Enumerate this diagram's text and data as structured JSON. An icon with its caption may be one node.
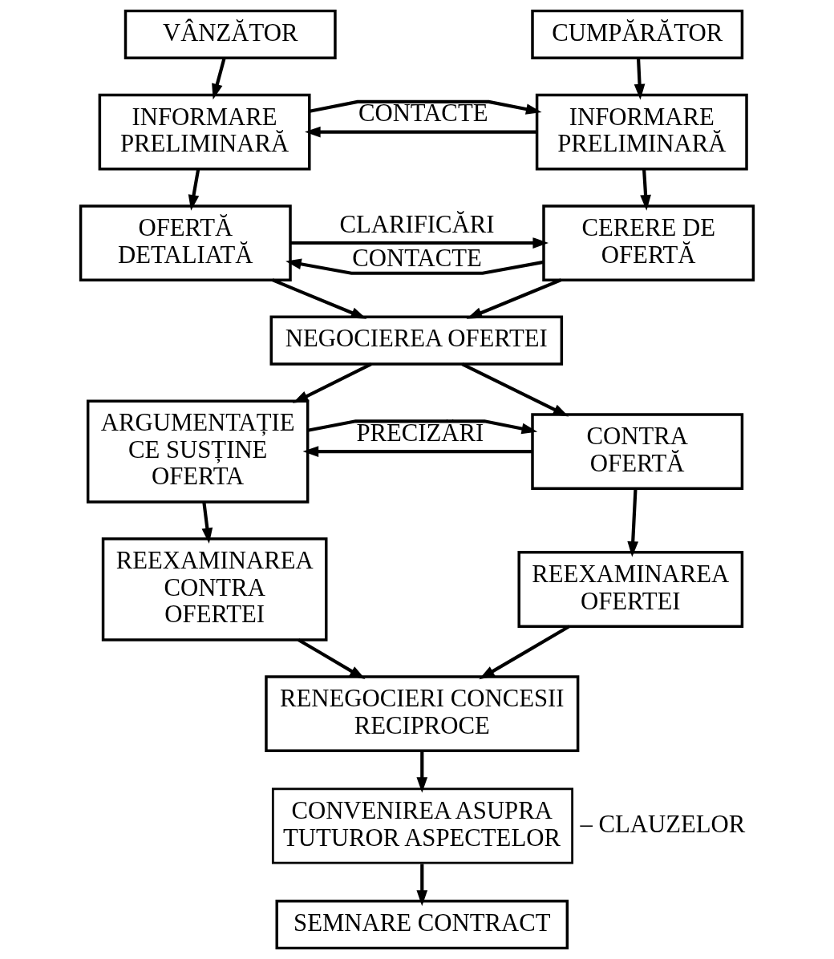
{
  "diagram": {
    "nodes": [
      {
        "text": [
          "VÂNZĂTOR"
        ]
      },
      {
        "text": [
          "CUMPĂRĂTOR"
        ]
      },
      {
        "text": [
          "INFORMARE PRELIMINARĂ"
        ]
      },
      {
        "text": [
          "INFORMARE PRELIMINARĂ"
        ]
      },
      {
        "text": [
          "OFERTĂ DETALIATĂ"
        ]
      },
      {
        "text": [
          "CERERE DE OFERTĂ"
        ]
      },
      {
        "text": [
          "NEGOCIEREA OFERTEI"
        ]
      },
      {
        "text": [
          "ARGUMENTAȚIE CE SUSȚINE OFERTA"
        ]
      },
      {
        "text": [
          "CONTRA OFERTĂ"
        ]
      },
      {
        "text": [
          "REEXAMINAREA CONTRA OFERTEI"
        ]
      },
      {
        "text": [
          "REEXAMINAREA OFERTEI"
        ]
      },
      {
        "text": [
          "RENEGOCIERI CONCESII RECIPROCE"
        ]
      },
      {
        "text": [
          "CONVENIREA ASUPRA TUTUROR ASPECTELOR"
        ],
        "beside": [
          "– CLAUZELOR"
        ]
      },
      {
        "text": [
          "SEMNARE CONTRACT"
        ]
      }
    ],
    "edges": [
      {
        "from": 0,
        "to": 2,
        "arrow": "to"
      },
      {
        "from": 1,
        "to": 3,
        "arrow": "to"
      },
      {
        "from": 3,
        "to": 2,
        "arrow": "to",
        "label": "CONTACTE"
      },
      {
        "from": 2,
        "to": 3,
        "arrow": "to"
      },
      {
        "from": 2,
        "to": 4,
        "arrow": "to"
      },
      {
        "from": 3,
        "to": 5,
        "arrow": "to"
      },
      {
        "from": 5,
        "to": 4,
        "arrow": "to",
        "label": "CONTACTE"
      },
      {
        "from": 4,
        "to": 5,
        "arrow": "to",
        "label": "CLARIFICĂRI"
      },
      {
        "from": 4,
        "to": 6,
        "arrow": "to"
      },
      {
        "from": 5,
        "to": 6,
        "arrow": "to"
      },
      {
        "from": 6,
        "to": 7,
        "arrow": "to"
      },
      {
        "from": 6,
        "to": 8,
        "arrow": "to"
      },
      {
        "from": 8,
        "to": 7,
        "arrow": "to",
        "label": "PRECIZĂRI"
      },
      {
        "from": 7,
        "to": 8,
        "arrow": "to"
      },
      {
        "from": 7,
        "to": 9,
        "arrow": "to"
      },
      {
        "from": 8,
        "to": 10,
        "arrow": "to"
      },
      {
        "from": 9,
        "to": 11,
        "arrow": "to"
      },
      {
        "from": 10,
        "to": 11,
        "arrow": "to"
      },
      {
        "from": 11,
        "to": 12,
        "arrow": "to"
      },
      {
        "from": 12,
        "to": 13,
        "arrow": "to"
      }
    ]
  }
}
